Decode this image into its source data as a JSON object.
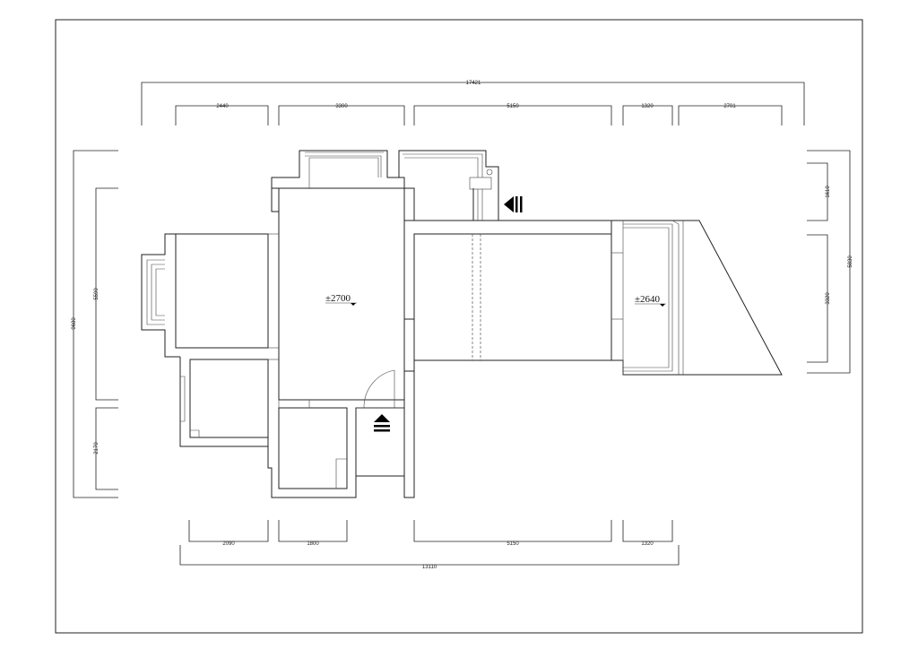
{
  "dimensions": {
    "top_overall": "17421",
    "top_segments": [
      "2440",
      "3300",
      "5150",
      "1320",
      "2701"
    ],
    "bottom_overall": "13110",
    "bottom_segments": [
      "2090",
      "1800",
      "5150",
      "1320"
    ],
    "left_overall": "9680",
    "left_segments": [
      "5590",
      "2170"
    ],
    "right_overall": "5830",
    "right_segments": [
      "1610",
      "3320"
    ]
  },
  "levels": {
    "main": "±2700",
    "balcony": "±2640"
  },
  "icons": {
    "entrance_top": "entrance-arrow-left-icon",
    "entrance_bottom": "entrance-arrow-up-icon"
  }
}
